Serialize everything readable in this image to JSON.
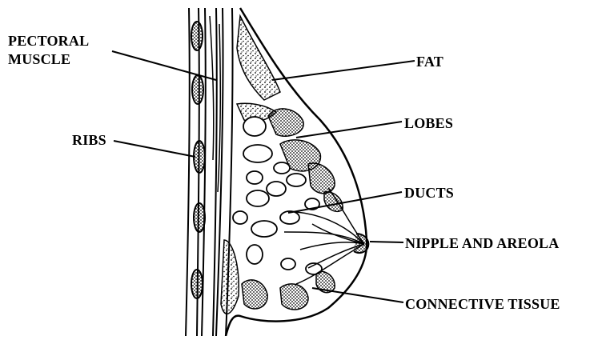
{
  "labels": {
    "pectoral_line1": "PECTORAL",
    "pectoral_line2": "MUSCLE",
    "ribs": "RIBS",
    "fat": "FAT",
    "lobes": "LOBES",
    "ducts": "DUCTS",
    "nipple": "NIPPLE AND AREOLA",
    "connective": "CONNECTIVE TISSUE"
  },
  "colors": {
    "ink": "#000000",
    "background": "#ffffff"
  }
}
